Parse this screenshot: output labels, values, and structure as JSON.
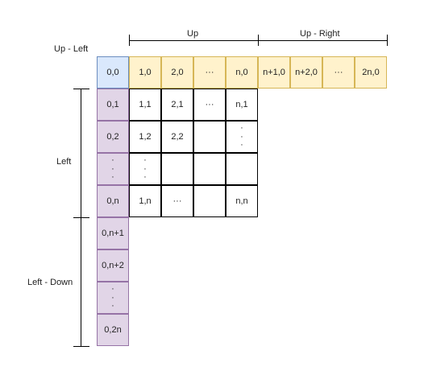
{
  "labels": {
    "up_left": "Up - Left",
    "up": "Up",
    "up_right": "Up - Right",
    "left": "Left",
    "left_down": "Left - Down"
  },
  "grid": {
    "corner": "0,0",
    "top_row": [
      "1,0",
      "2,0",
      "···",
      "n,0",
      "n+1,0",
      "n+2,0",
      "···",
      "2n,0"
    ],
    "left_column": [
      "0,1",
      "0,2",
      "·\n·\n·",
      "0,n",
      "0,n+1",
      "0,n+2",
      "·\n·\n·",
      "0,2n"
    ],
    "inner_rows": [
      [
        "1,1",
        "2,1",
        "···",
        "n,1"
      ],
      [
        "1,2",
        "2,2",
        "",
        "·\n·\n·"
      ],
      [
        "·\n·\n·",
        "",
        "",
        ""
      ],
      [
        "1,n",
        "···",
        "",
        "n,n"
      ]
    ]
  },
  "colors": {
    "corner_fill": "#dae8fc",
    "corner_border": "#6c8ebf",
    "top_fill": "#fff2cc",
    "top_border": "#d6b656",
    "left_fill": "#e1d5e7",
    "left_border": "#9673a6",
    "inner_border": "#000000"
  }
}
